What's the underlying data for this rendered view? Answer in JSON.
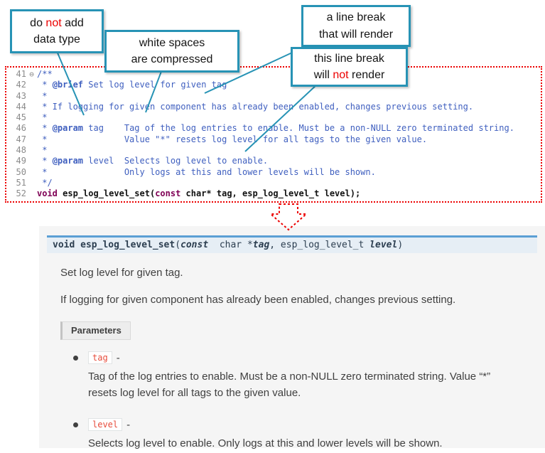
{
  "colors": {
    "callout_border": "#2793b5",
    "highlight_red": "#ec0000",
    "comment_blue": "#3F5FBF",
    "keyword_purple": "#7F0055",
    "doc_accent_blue": "#5b9fd4",
    "signature_bg": "#e6eef5",
    "literal_red": "#e74c3c",
    "panel_bg": "#f5f5f5"
  },
  "callouts": {
    "box1": {
      "l1a": "do ",
      "l1b": "not",
      "l1c": " add",
      "l2": "data type"
    },
    "box2": {
      "l1": "white spaces",
      "l2": "are  compressed"
    },
    "box3": {
      "l1": "a line break",
      "l2": "that will render"
    },
    "box4": {
      "l1": "this line break",
      "l2a": "will ",
      "l2b": "not",
      "l2c": " render"
    }
  },
  "editor": {
    "fold_icon": "⊖",
    "lines": [
      {
        "num": "41",
        "fold": true,
        "segs": [
          {
            "t": "/**",
            "c": "comment"
          }
        ]
      },
      {
        "num": "42",
        "fold": false,
        "segs": [
          {
            "t": " * ",
            "c": "comment"
          },
          {
            "t": "@brief",
            "c": "doctag"
          },
          {
            "t": " Set log level for given tag",
            "c": "comment"
          }
        ]
      },
      {
        "num": "43",
        "fold": false,
        "segs": [
          {
            "t": " *",
            "c": "comment"
          }
        ]
      },
      {
        "num": "44",
        "fold": false,
        "segs": [
          {
            "t": " * If logging for given component has already been enabled, changes previous setting.",
            "c": "comment"
          }
        ]
      },
      {
        "num": "45",
        "fold": false,
        "segs": [
          {
            "t": " *",
            "c": "comment"
          }
        ]
      },
      {
        "num": "46",
        "fold": false,
        "segs": [
          {
            "t": " * ",
            "c": "comment"
          },
          {
            "t": "@param",
            "c": "doctag"
          },
          {
            "t": " tag    Tag of the log entries to enable. Must be a non-NULL zero terminated string.",
            "c": "comment"
          }
        ]
      },
      {
        "num": "47",
        "fold": false,
        "segs": [
          {
            "t": " *               Value \"*\" resets log level for all tags to the given value.",
            "c": "comment"
          }
        ]
      },
      {
        "num": "48",
        "fold": false,
        "segs": [
          {
            "t": " *",
            "c": "comment"
          }
        ]
      },
      {
        "num": "49",
        "fold": false,
        "segs": [
          {
            "t": " * ",
            "c": "comment"
          },
          {
            "t": "@param",
            "c": "doctag"
          },
          {
            "t": " level  Selects log level to enable.",
            "c": "comment"
          }
        ]
      },
      {
        "num": "50",
        "fold": false,
        "segs": [
          {
            "t": " *               Only logs at this and lower levels will be shown.",
            "c": "comment"
          }
        ]
      },
      {
        "num": "51",
        "fold": false,
        "segs": [
          {
            "t": " */",
            "c": "comment"
          }
        ]
      },
      {
        "num": "52",
        "fold": false,
        "segs": [
          {
            "t": "void",
            "c": "kw"
          },
          {
            "t": " esp_log_level_set(",
            "c": "code"
          },
          {
            "t": "const",
            "c": "kw"
          },
          {
            "t": " char* tag, esp_log_level_t level);",
            "c": "code"
          }
        ]
      }
    ]
  },
  "doc": {
    "signature": {
      "parts": [
        {
          "t": "void ",
          "s": "kw"
        },
        {
          "t": "esp_log_level_set",
          "s": "name"
        },
        {
          "t": "(",
          "s": "p"
        },
        {
          "t": "const",
          "s": "ki"
        },
        {
          "t": "  char *",
          "s": "p"
        },
        {
          "t": "tag",
          "s": "arg"
        },
        {
          "t": ", esp_log_level_t ",
          "s": "p"
        },
        {
          "t": "level",
          "s": "arg"
        },
        {
          "t": ")",
          "s": "p"
        }
      ]
    },
    "p1": "Set log level for given tag.",
    "p2": "If logging for given component has already been enabled, changes previous setting.",
    "params_label": "Parameters",
    "params": [
      {
        "name": "tag",
        "dash": "-",
        "desc": "Tag of the log entries to enable. Must be a non-NULL zero terminated string. Value “*” resets log level for all tags to the given value."
      },
      {
        "name": "level",
        "dash": "-",
        "desc": "Selects log level to enable. Only logs at this and lower levels will be shown."
      }
    ]
  }
}
